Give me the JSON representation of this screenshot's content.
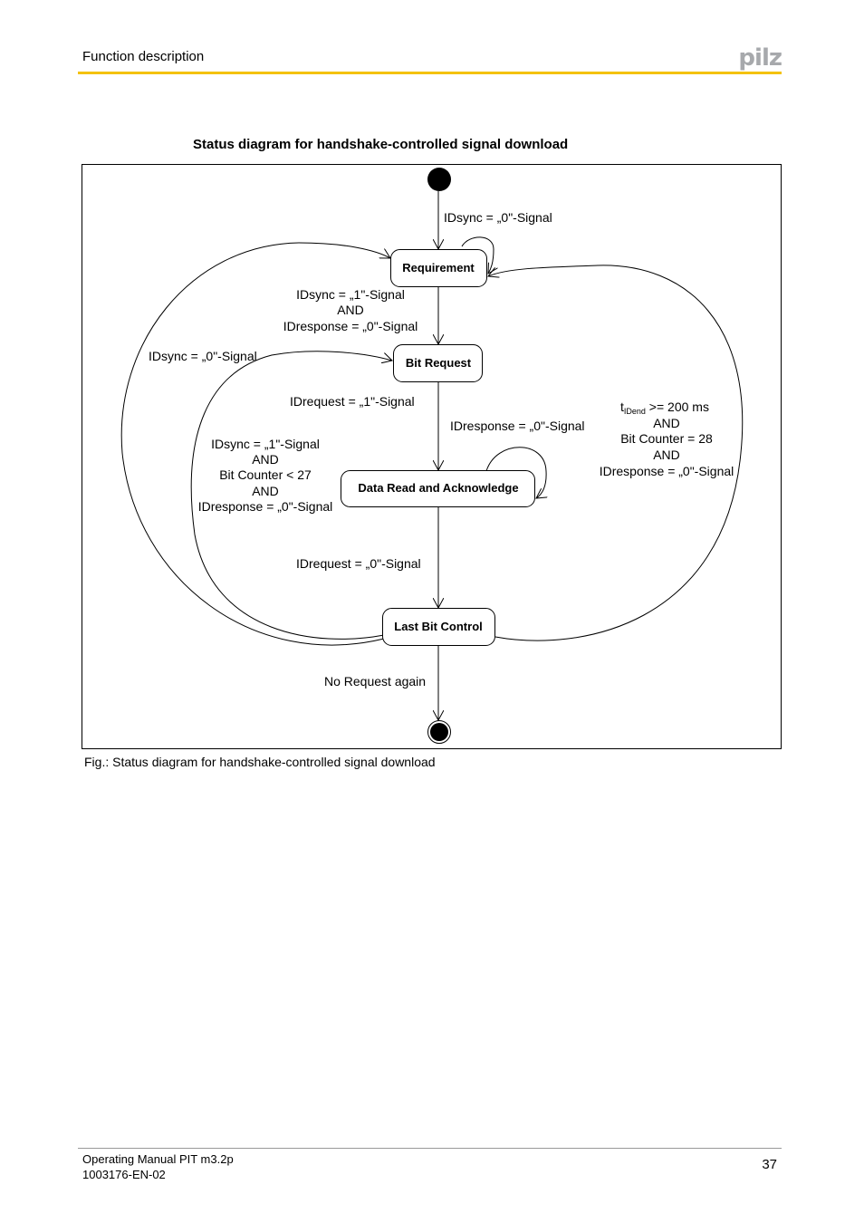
{
  "header": {
    "section": "Function description",
    "logo": "pilz",
    "accent_color": "#f4c20d"
  },
  "figure": {
    "title": "Status diagram for handshake-controlled signal download",
    "caption": "Fig.: Status diagram for handshake-controlled signal download",
    "states": {
      "requirement": "Requirement",
      "bit_request": "Bit Request",
      "data_read": "Data Read and Acknowledge",
      "last_bit": "Last Bit Control"
    },
    "transitions": {
      "start_to_requirement": "IDsync = „0\"-Signal",
      "req_to_bit_1": "IDsync = „1\"-Signal",
      "req_to_bit_2": "AND",
      "req_to_bit_3": "IDresponse = „0\"-Signal",
      "reset_left": "IDsync = „0\"-Signal",
      "bit_to_data": "IDrequest = „1\"-Signal",
      "data_self": "IDresponse = „0\"-Signal",
      "loop_back_1": "IDsync = „1\"-Signal",
      "loop_back_2": "AND",
      "loop_back_3": "Bit Counter < 27",
      "loop_back_4": "AND",
      "loop_back_5": "IDresponse = „0\"-Signal",
      "right_1_prefix": "t",
      "right_1_sub": "IDend",
      "right_1_suffix": " >= 200 ms",
      "right_2": "AND",
      "right_3": "Bit Counter = 28",
      "right_4": "AND",
      "right_5": "IDresponse = „0\"-Signal",
      "data_to_last": "IDrequest = „0\"-Signal",
      "last_to_end": "No Request again"
    }
  },
  "footer": {
    "manual": "Operating Manual PIT m3.2p",
    "doc_number": "1003176-EN-02",
    "page": "37"
  }
}
